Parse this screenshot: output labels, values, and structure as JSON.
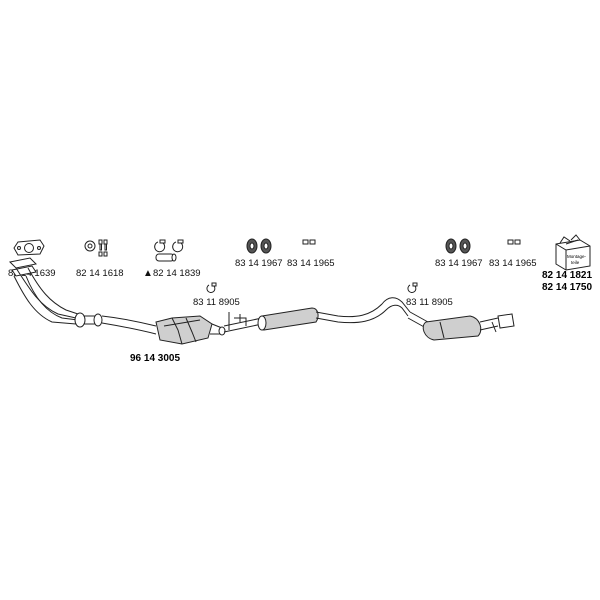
{
  "labels": {
    "gasket": "83 14 1639",
    "bolts": "82 14 1618",
    "clamp_set": "82 14 1839",
    "rubber_mounts_front": "83 14 1967",
    "hangers_front": "83 14 1965",
    "clamp_front": "83 11 8905",
    "rubber_mounts_rear": "83 14 1967",
    "hangers_rear": "83 14 1965",
    "clamp_rear": "83 11 8905",
    "mounting_kit_1": "82 14 1821",
    "mounting_kit_2": "82 14 1750",
    "catalytic_converter": "96 14 3005",
    "mounting_kit_box_text_1": "Montage-",
    "mounting_kit_box_text_2": "teile",
    "warning_symbol": "▲"
  }
}
